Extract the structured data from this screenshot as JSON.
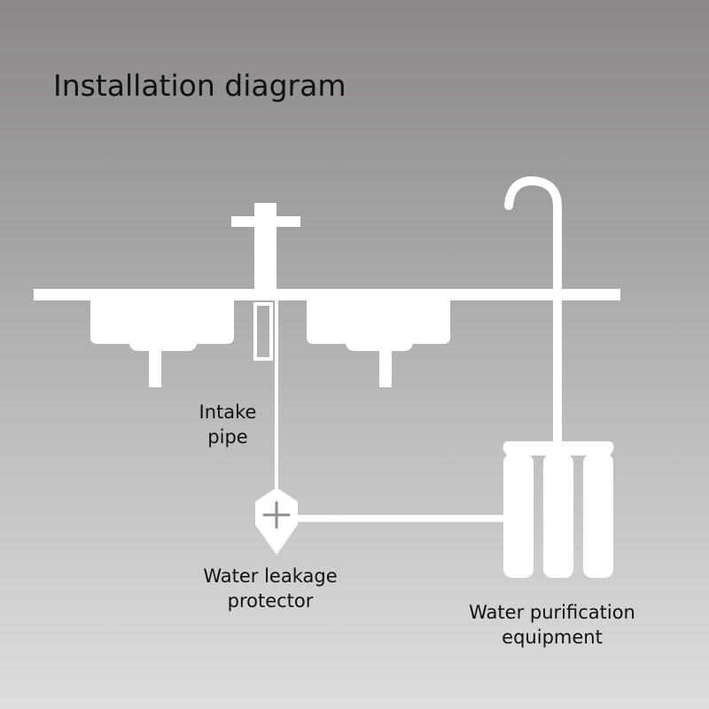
{
  "title": "Installation diagram",
  "labels": {
    "intake_pipe": [
      "Intake",
      "pipe"
    ],
    "leak_protector": [
      "Water leakage",
      "protector"
    ],
    "purification": [
      "Water purification",
      "equipment"
    ]
  },
  "colors": {
    "illustration": "#ffffff",
    "text": "#111111",
    "background_top": "#8a8786",
    "background_bottom": "#dedede"
  }
}
